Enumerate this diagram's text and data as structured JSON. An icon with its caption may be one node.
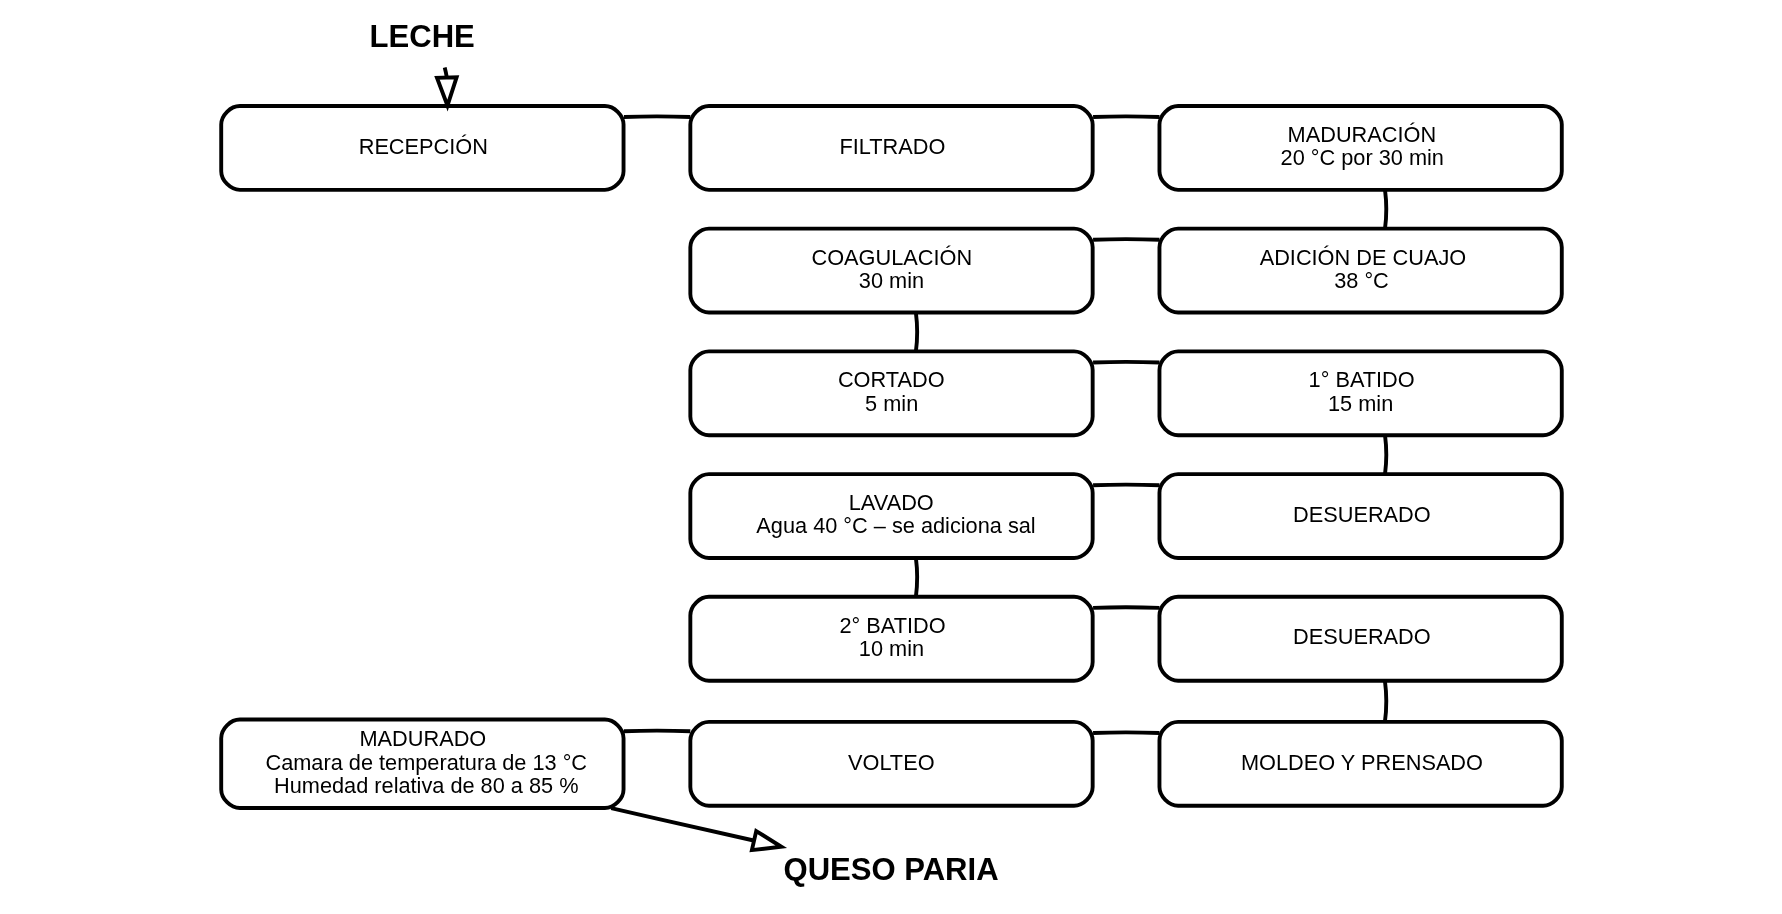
{
  "diagram": {
    "nodes": [
      {
        "text": [
          "LECHE"
        ]
      },
      {
        "text": [
          "RECEPCIÓN"
        ]
      },
      {
        "text": [
          "FILTRADO"
        ]
      },
      {
        "text": [
          "MADURACIÓN",
          "20 °C por 30 min"
        ]
      },
      {
        "text": [
          "COAGULACIÓN",
          "30 min"
        ]
      },
      {
        "text": [
          "ADICIÓN DE CUAJO",
          "38 °C"
        ]
      },
      {
        "text": [
          "CORTADO",
          "5 min"
        ]
      },
      {
        "text": [
          "1° BATIDO",
          "15 min"
        ]
      },
      {
        "text": [
          "LAVADO",
          "Agua 40 °C – se adiciona sal"
        ]
      },
      {
        "text": [
          "DESUERADO"
        ]
      },
      {
        "text": [
          "2° BATIDO",
          "10 min"
        ]
      },
      {
        "text": [
          "DESUERADO"
        ]
      },
      {
        "text": [
          "MADURADO",
          "Camara de temperatura de 13 °C",
          "Humedad relativa de 80 a 85 %"
        ]
      },
      {
        "text": [
          "VOLTEO"
        ]
      },
      {
        "text": [
          "MOLDEO Y PRENSADO"
        ]
      },
      {
        "text": [
          "QUESO PARIA"
        ]
      }
    ],
    "edges": [
      {
        "from": 0,
        "to": 1,
        "arrow": "to"
      },
      {
        "from": 1,
        "to": 2,
        "arrow": "none"
      },
      {
        "from": 2,
        "to": 3,
        "arrow": "none"
      },
      {
        "from": 3,
        "to": 5,
        "arrow": "none"
      },
      {
        "from": 5,
        "to": 4,
        "arrow": "none"
      },
      {
        "from": 4,
        "to": 6,
        "arrow": "none"
      },
      {
        "from": 6,
        "to": 7,
        "arrow": "none"
      },
      {
        "from": 7,
        "to": 9,
        "arrow": "none"
      },
      {
        "from": 9,
        "to": 8,
        "arrow": "none"
      },
      {
        "from": 8,
        "to": 10,
        "arrow": "none"
      },
      {
        "from": 10,
        "to": 11,
        "arrow": "none"
      },
      {
        "from": 11,
        "to": 14,
        "arrow": "none"
      },
      {
        "from": 14,
        "to": 13,
        "arrow": "none"
      },
      {
        "from": 13,
        "to": 12,
        "arrow": "none"
      },
      {
        "from": 12,
        "to": 15,
        "arrow": "to"
      }
    ]
  }
}
